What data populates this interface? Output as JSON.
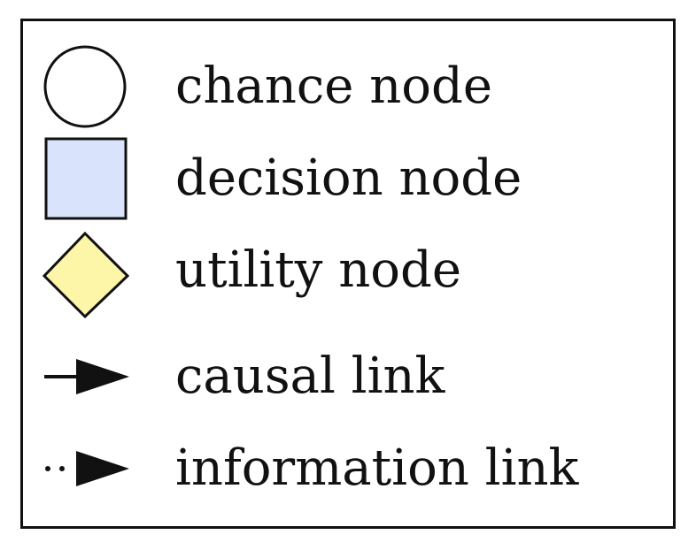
{
  "legend": {
    "items": [
      {
        "symbol": "circle-icon",
        "label": "chance node",
        "fill": "#ffffff"
      },
      {
        "symbol": "square-icon",
        "label": "decision node",
        "fill": "#d9e3fb"
      },
      {
        "symbol": "diamond-icon",
        "label": "utility node",
        "fill": "#fdf6a8"
      },
      {
        "symbol": "solid-arrow-icon",
        "label": "causal link"
      },
      {
        "symbol": "dotted-arrow-icon",
        "label": "information link"
      }
    ]
  },
  "colors": {
    "stroke": "#111111",
    "background": "#ffffff"
  }
}
